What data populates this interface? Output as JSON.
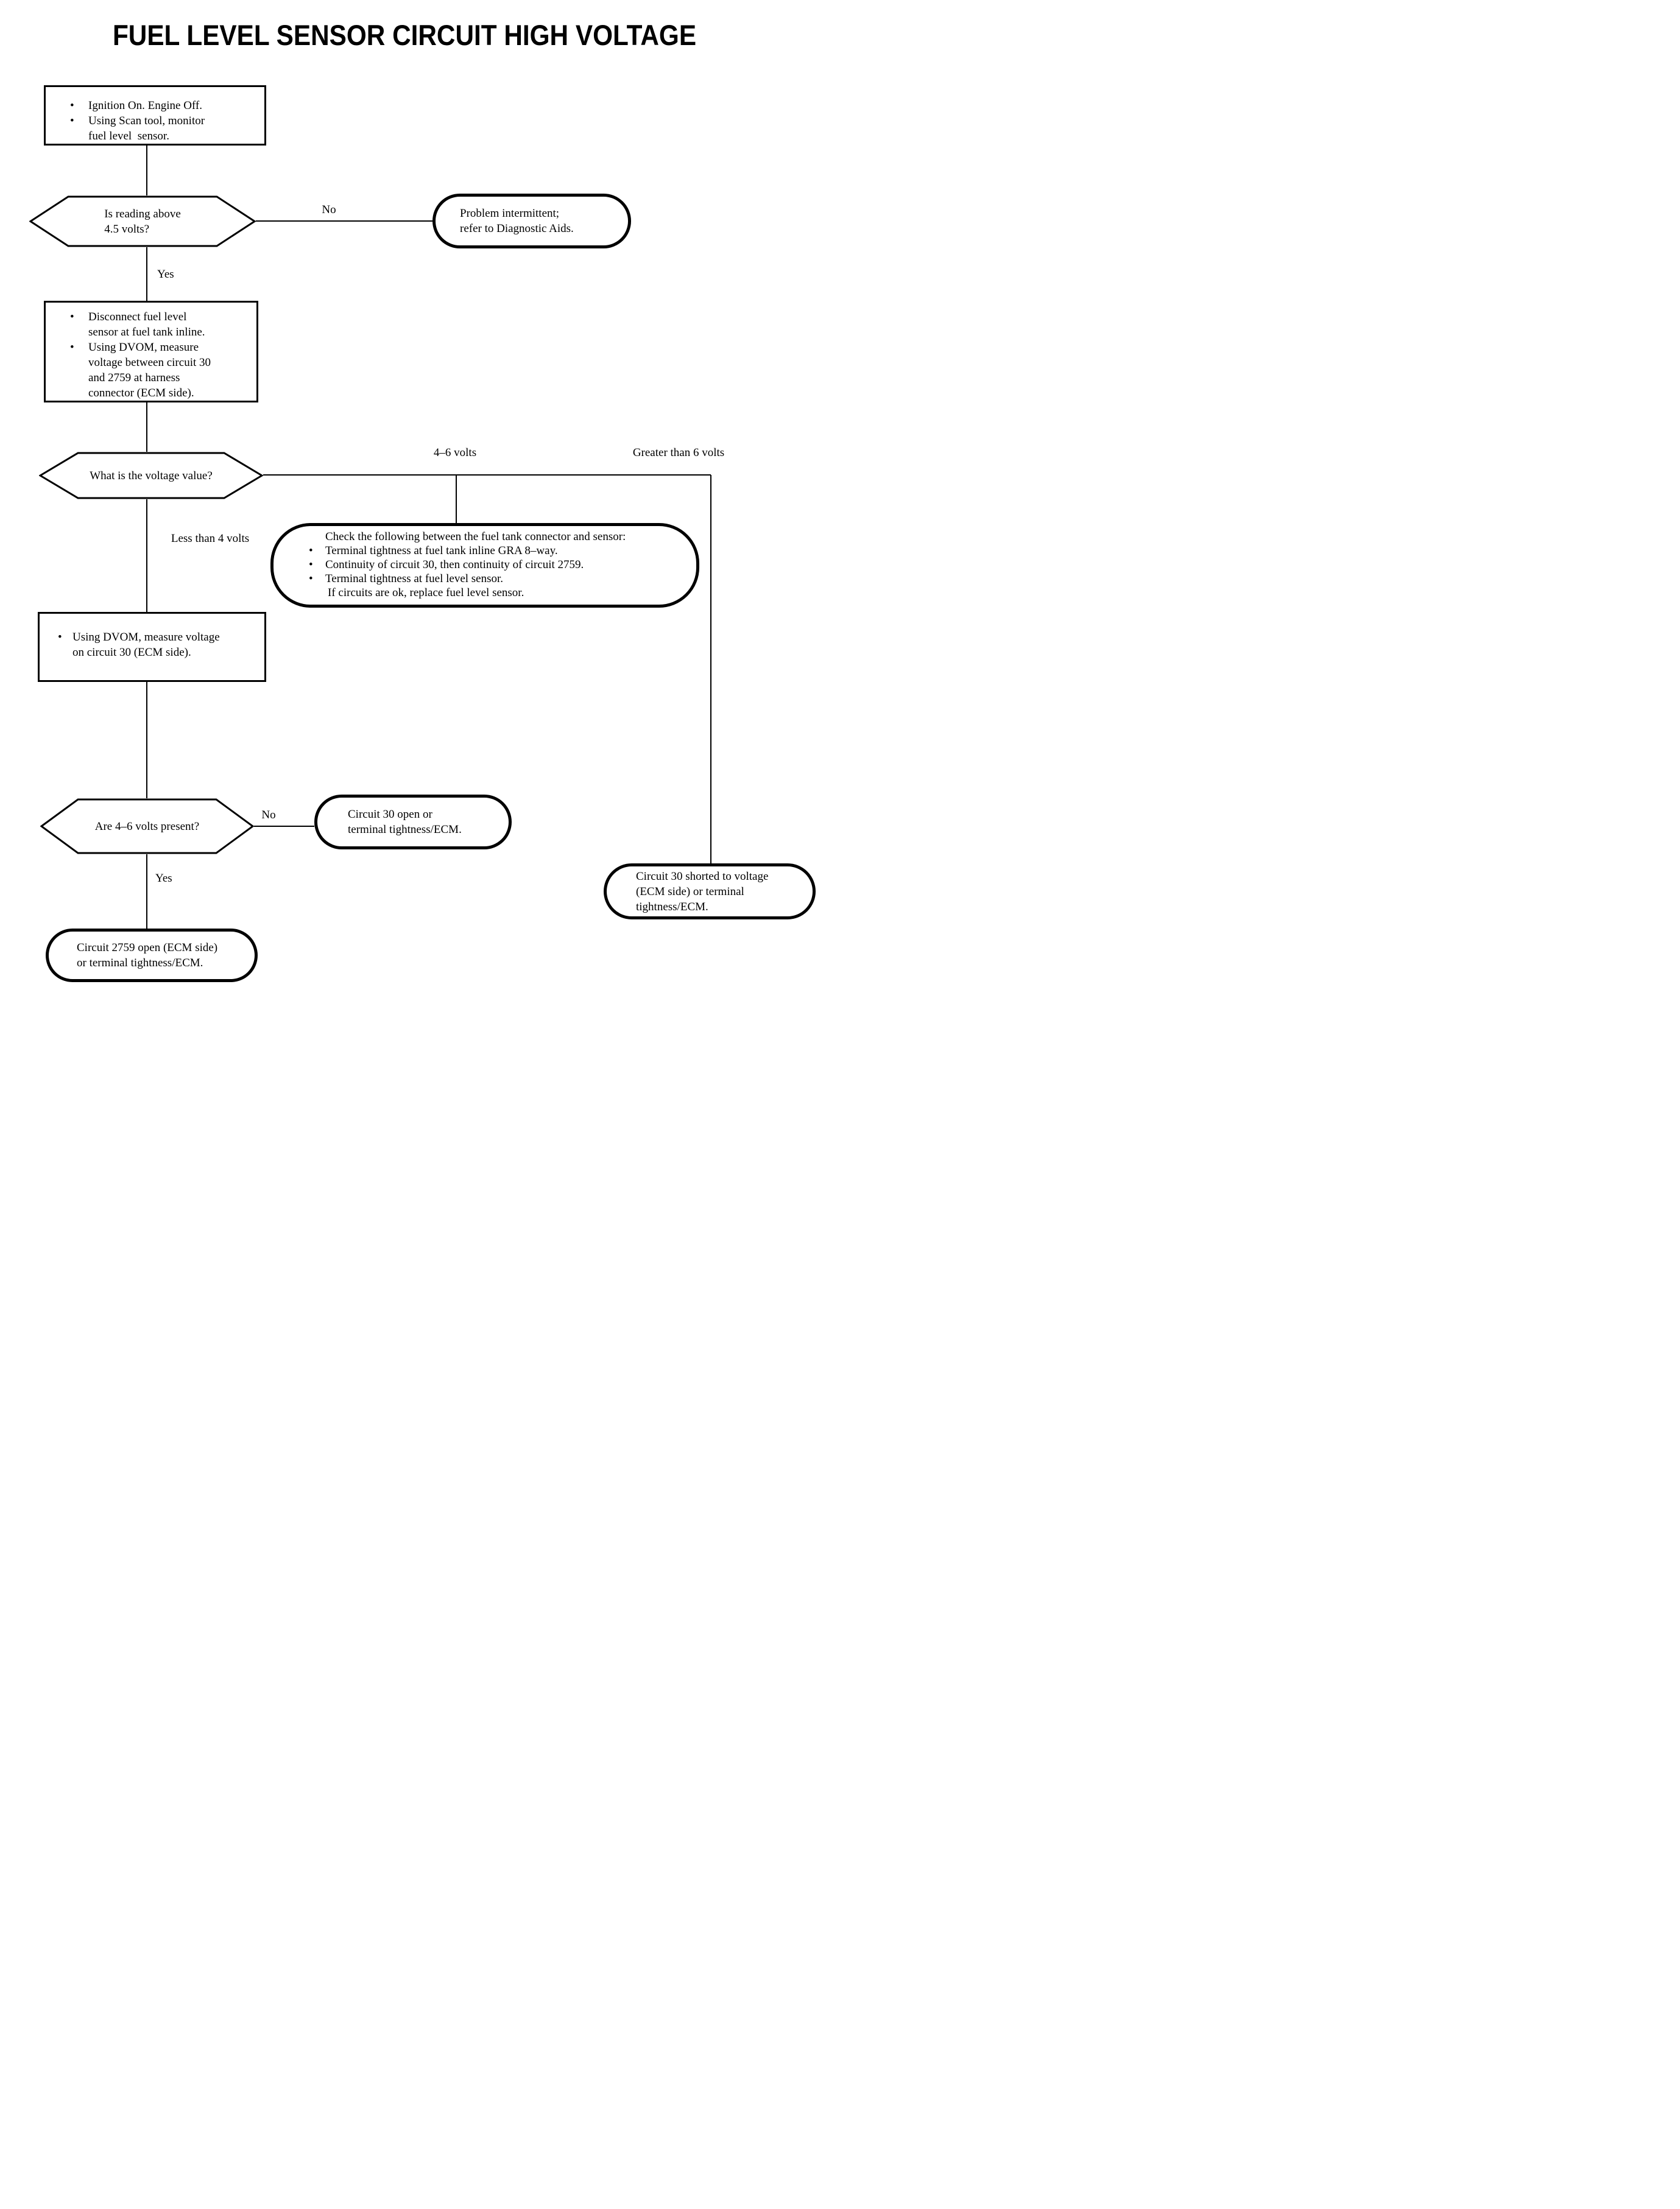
{
  "title": "FUEL LEVEL SENSOR CIRCUIT HIGH VOLTAGE",
  "labels": {
    "no_reading": "No",
    "yes_reading": "Yes",
    "less_than_4": "Less than 4 volts",
    "volts_4_6": "4–6 volts",
    "greater_than_6": "Greater than 6 volts",
    "no_present": "No",
    "yes_present": "Yes"
  },
  "nodes": {
    "start_step": {
      "bullets": [
        "Ignition On. Engine Off.",
        "Using Scan tool, monitor\nfuel level  sensor."
      ]
    },
    "decision_reading": {
      "text": "Is reading above\n4.5 volts?"
    },
    "terminal_intermittent": {
      "text": "Problem intermittent;\nrefer to Diagnostic Aids."
    },
    "step_disconnect": {
      "bullets": [
        "Disconnect fuel level\nsensor at fuel tank inline.",
        "Using DVOM, measure\nvoltage between circuit 30\nand 2759 at harness\nconnector (ECM side)."
      ]
    },
    "decision_voltage": {
      "text": "What is the voltage value?"
    },
    "terminal_check": {
      "header": "Check the following between the fuel tank connector and sensor:",
      "bullets": [
        "Terminal tightness at fuel tank inline GRA 8–way.",
        "Continuity of circuit 30, then continuity of circuit 2759.",
        "Terminal tightness at fuel level sensor."
      ],
      "footer": "If circuits are ok, replace fuel level sensor."
    },
    "step_measure_circuit30": {
      "bullets": [
        "Using DVOM, measure voltage\non circuit 30 (ECM side)."
      ]
    },
    "decision_present": {
      "text": "Are 4–6 volts present?"
    },
    "terminal_circuit30_open": {
      "text": "Circuit 30 open or\nterminal tightness/ECM."
    },
    "terminal_circuit30_shorted": {
      "text": "Circuit 30 shorted to voltage\n(ECM side) or terminal\ntightness/ECM."
    },
    "terminal_circuit2759_open": {
      "text": "Circuit 2759 open (ECM side)\nor terminal tightness/ECM."
    }
  }
}
